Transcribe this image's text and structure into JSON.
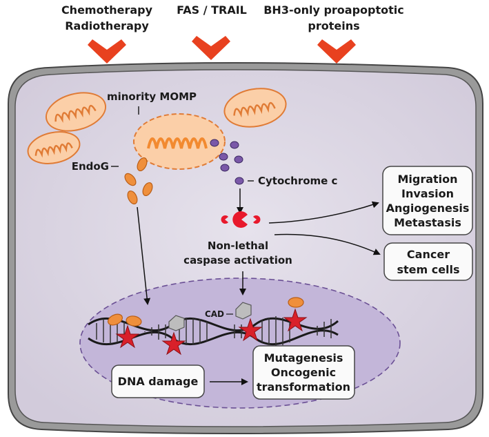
{
  "stimuli": {
    "chemo_line1": "Chemotherapy",
    "chemo_line2": "Radiotherapy",
    "fas": "FAS / TRAIL",
    "bh3_line1": "BH3-only proapoptotic",
    "bh3_line2": "proteins"
  },
  "labels": {
    "momp": "minority MOMP",
    "endog": "EndoG",
    "cytc": "Cytochrome c",
    "caspase_line1": "Non-lethal",
    "caspase_line2": "caspase activation",
    "cad": "CAD"
  },
  "outcomes": {
    "migration": [
      "Migration",
      "Invasion",
      "Angiogenesis",
      "Metastasis"
    ],
    "stem": [
      "Cancer",
      "stem cells"
    ],
    "dna_damage": "DNA damage",
    "mutagenesis": [
      "Mutagenesis",
      "Oncogenic",
      "transformation"
    ]
  },
  "colors": {
    "arrow": "#e8411f",
    "mito_fill": "#fbcfa8",
    "mito_stroke": "#e07b35",
    "endog": "#ef8f3c",
    "cytc": "#7a58a8",
    "caspase": "#e8192c",
    "cell_fill": "#dcd7e4",
    "nucleus_fill": "#c3b6d9",
    "dna_star": "#d9202a"
  }
}
